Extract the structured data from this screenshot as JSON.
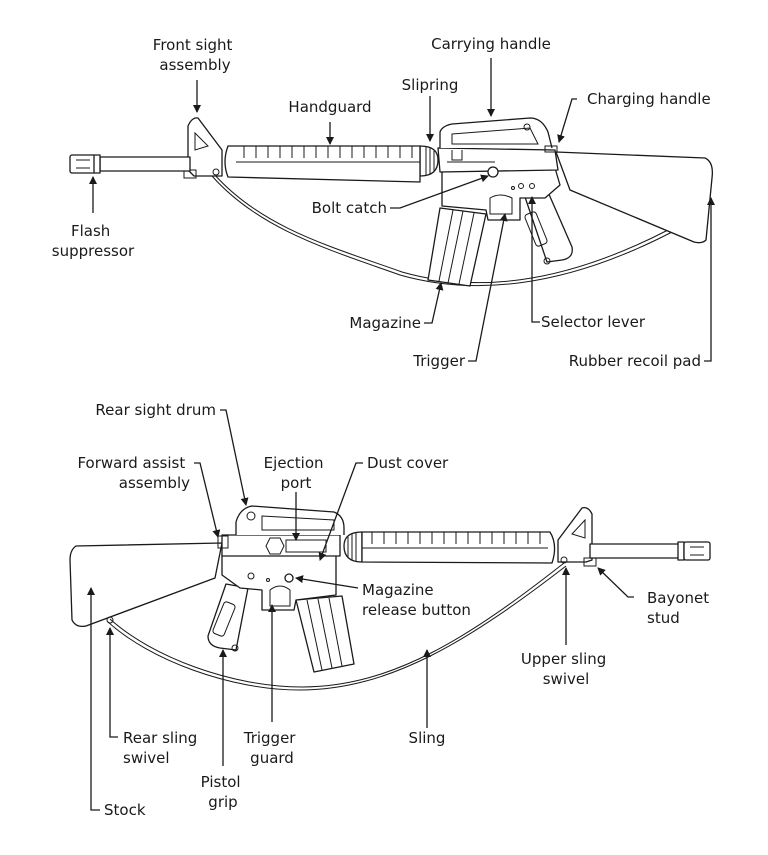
{
  "title": "M16 rifle parts diagram",
  "colors": {
    "line": "#1a1a1a",
    "background": "#ffffff"
  },
  "top_view": {
    "labels": {
      "front_sight_assembly": [
        "Front sight",
        "assembly"
      ],
      "handguard": "Handguard",
      "slipring": "Slipring",
      "carrying_handle": "Carrying handle",
      "charging_handle": "Charging handle",
      "flash_suppressor": [
        "Flash",
        "suppressor"
      ],
      "bolt_catch": "Bolt catch",
      "magazine": "Magazine",
      "selector_lever": "Selector lever",
      "trigger": "Trigger",
      "rubber_recoil_pad": "Rubber recoil pad"
    }
  },
  "bottom_view": {
    "labels": {
      "rear_sight_drum": "Rear sight drum",
      "forward_assist_assembly": [
        "Forward assist",
        "assembly"
      ],
      "ejection_port": [
        "Ejection",
        "port"
      ],
      "dust_cover": "Dust cover",
      "magazine_release_button": [
        "Magazine",
        "release button"
      ],
      "bayonet_stud": [
        "Bayonet",
        "stud"
      ],
      "upper_sling_swivel": [
        "Upper sling",
        "swivel"
      ],
      "rear_sling_swivel": [
        "Rear sling",
        "swivel"
      ],
      "trigger_guard": [
        "Trigger",
        "guard"
      ],
      "sling": "Sling",
      "pistol_grip": [
        "Pistol",
        "grip"
      ],
      "stock": "Stock"
    }
  }
}
